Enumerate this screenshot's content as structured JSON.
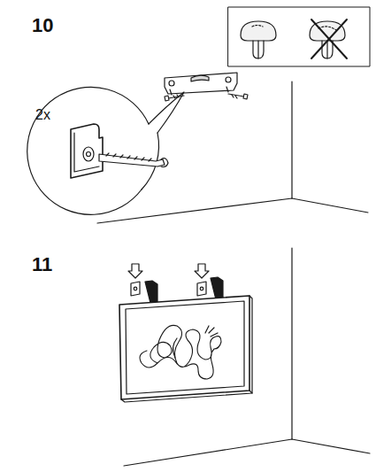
{
  "diagram": {
    "labels": [
      "10",
      "2x",
      "11"
    ]
  }
}
